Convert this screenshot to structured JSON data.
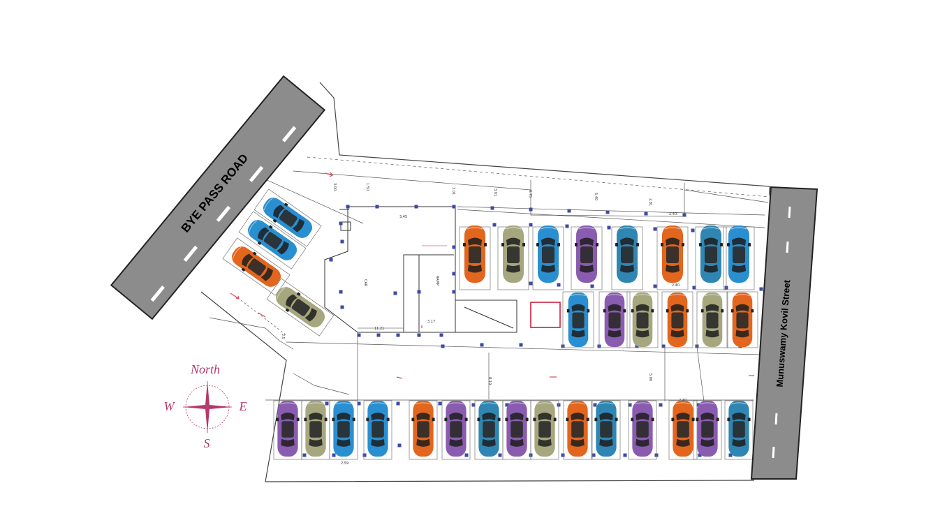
{
  "roads": {
    "bye_pass_road": "BYE PASS ROAD",
    "munuswamy_kovil_street": "Munuswamy Kovil Street"
  },
  "compass": {
    "north": "North",
    "west": "W",
    "east": "E",
    "south": "S"
  },
  "colors": {
    "road": "#8c8c8c",
    "road_border": "#333333",
    "compass": "#b5386b",
    "column": "#3d4aa0",
    "car_orange": "#e2661e",
    "car_olive": "#a6a77e",
    "car_blue": "#2a8fd0",
    "car_purple": "#8a5cb0",
    "car_teal": "#2f86b2"
  },
  "cars": {
    "angled": [
      "blue",
      "blue",
      "orange",
      "olive"
    ],
    "top_row": [
      "orange",
      "olive",
      "blue",
      "purple",
      "teal",
      "orange",
      "teal",
      "blue"
    ],
    "middle_row": [
      "blue",
      "purple",
      "olive",
      "orange",
      "olive",
      "orange"
    ],
    "bottom_row": [
      "purple",
      "olive",
      "blue",
      "blue",
      "orange",
      "purple",
      "teal",
      "purple",
      "olive",
      "orange",
      "teal",
      "purple",
      "orange",
      "purple",
      "teal"
    ]
  }
}
